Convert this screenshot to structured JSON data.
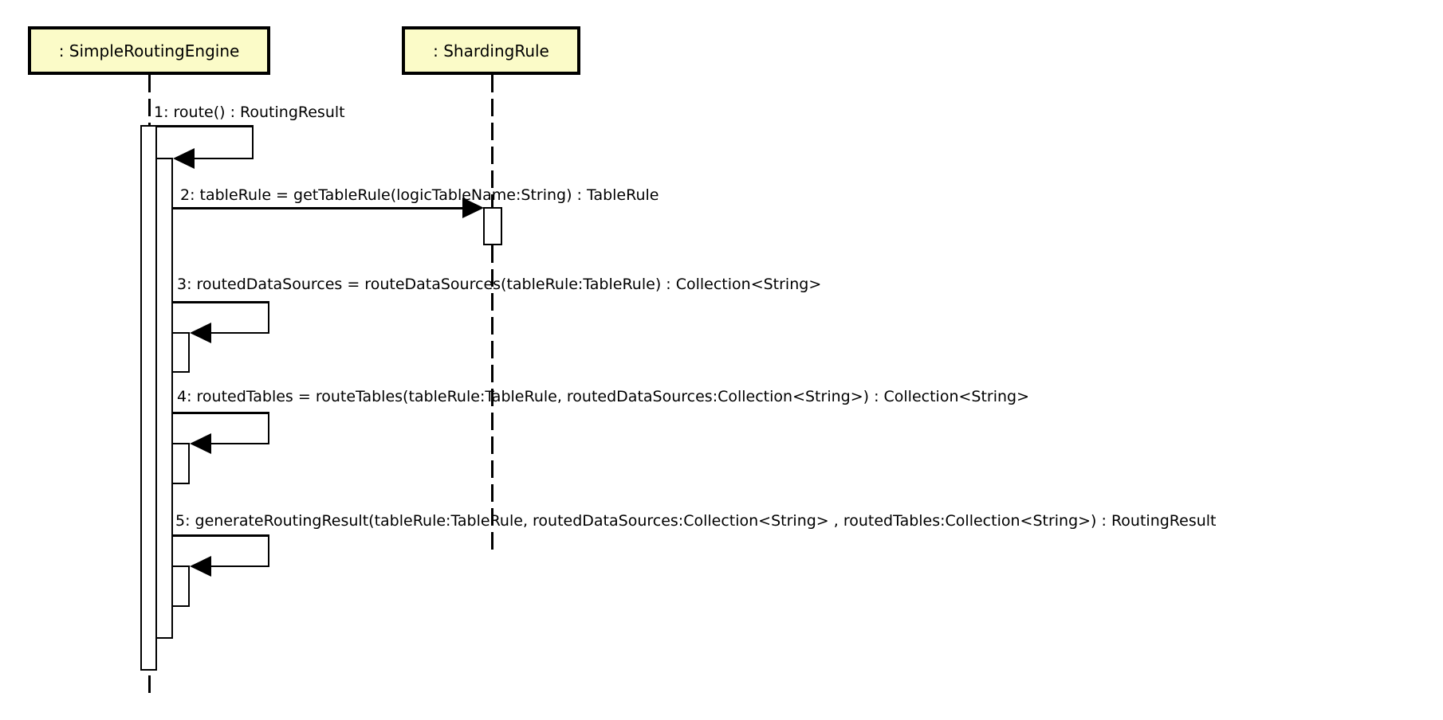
{
  "diagram": {
    "type": "uml-sequence-diagram",
    "participants": [
      {
        "label": ": SimpleRoutingEngine"
      },
      {
        "label": ": ShardingRule"
      }
    ],
    "messages": [
      {
        "label": "1: route() : RoutingResult",
        "from": "SimpleRoutingEngine",
        "to": "SimpleRoutingEngine",
        "kind": "self-call"
      },
      {
        "label": "2: tableRule = getTableRule(logicTableName:String) : TableRule",
        "from": "SimpleRoutingEngine",
        "to": "ShardingRule",
        "kind": "call"
      },
      {
        "label": "3: routedDataSources = routeDataSources(tableRule:TableRule) : Collection<String>",
        "from": "SimpleRoutingEngine",
        "to": "SimpleRoutingEngine",
        "kind": "self-call"
      },
      {
        "label": "4: routedTables = routeTables(tableRule:TableRule, routedDataSources:Collection<String>) : Collection<String>",
        "from": "SimpleRoutingEngine",
        "to": "SimpleRoutingEngine",
        "kind": "self-call"
      },
      {
        "label": "5: generateRoutingResult(tableRule:TableRule, routedDataSources:Collection<String> , routedTables:Collection<String>) : RoutingResult",
        "from": "SimpleRoutingEngine",
        "to": "SimpleRoutingEngine",
        "kind": "self-call"
      }
    ],
    "colors": {
      "participant_fill": "#FBFBC8",
      "line": "#000000",
      "background": "#FFFFFF"
    }
  }
}
